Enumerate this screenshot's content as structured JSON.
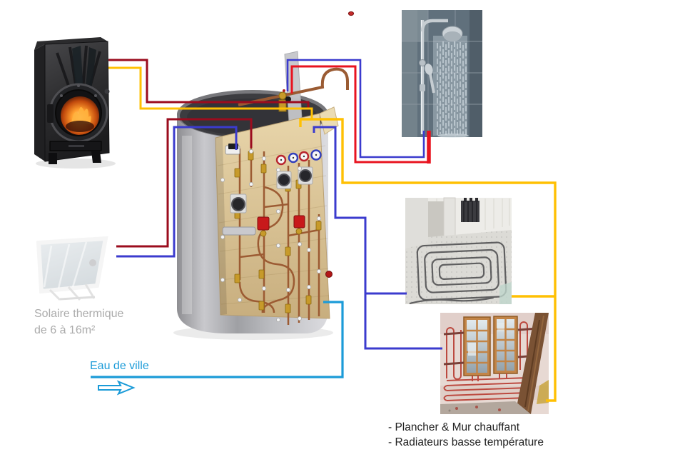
{
  "labels": {
    "solar": {
      "line1": "Solaire thermique",
      "line2": "de 6 à 16m²"
    },
    "city_water": "Eau de ville",
    "heating": {
      "line1": "- Plancher & Mur chauffant",
      "line2": "- Radiateurs basse température"
    }
  },
  "colors": {
    "dark_red": "#9B0C1E",
    "yellow": "#FFC003",
    "blue": "#3B3BCE",
    "red": "#E8131F",
    "cyan": "#1B9BD8",
    "label_gray": "#ABABAB",
    "text_black": "#222222"
  },
  "icons": {
    "flow_arrow": "double-line-right-arrow-outline",
    "red_dot": "small-red-oval-mark"
  }
}
